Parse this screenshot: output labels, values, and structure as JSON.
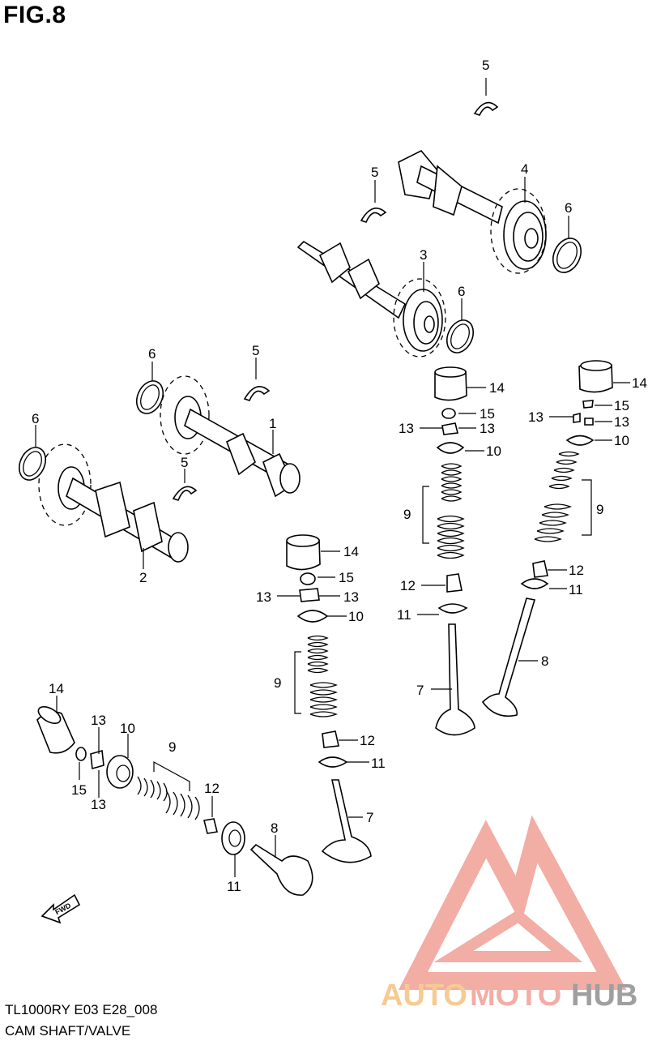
{
  "figure": {
    "title": "FIG.8",
    "model_code": "TL1000RY E03 E28_008",
    "section_name": "CAM SHAFT/VALVE"
  },
  "callouts": {
    "c1": "1",
    "c2": "2",
    "c3": "3",
    "c4": "4",
    "c5a": "5",
    "c5b": "5",
    "c5c": "5",
    "c5d": "5",
    "c6a": "6",
    "c6b": "6",
    "c6c": "6",
    "c6d": "6",
    "c7a": "7",
    "c7b": "7",
    "c8a": "8",
    "c8b": "8",
    "c9a": "9",
    "c9b": "9",
    "c9c": "9",
    "c9d": "9",
    "c10a": "10",
    "c10b": "10",
    "c10c": "10",
    "c10d": "10",
    "c11a": "11",
    "c11b": "11",
    "c11c": "11",
    "c11d": "11",
    "c12a": "12",
    "c12b": "12",
    "c12c": "12",
    "c12d": "12",
    "c13a": "13",
    "c13b": "13",
    "c13c": "13",
    "c13d": "13",
    "c13e": "13",
    "c13f": "13",
    "c13g": "13",
    "c13h": "13",
    "c14a": "14",
    "c14b": "14",
    "c14c": "14",
    "c14d": "14",
    "c15a": "15",
    "c15b": "15",
    "c15c": "15",
    "c15d": "15"
  },
  "fwd_arrow": {
    "label": "FWD"
  },
  "watermark": {
    "word_part1": "AUTO",
    "word_part2": "MOTO",
    "word_part3": "HUB",
    "color_primary": "#f2a9a0",
    "color_accent": "#f6c98e",
    "color_gray": "#9a9a9a"
  }
}
